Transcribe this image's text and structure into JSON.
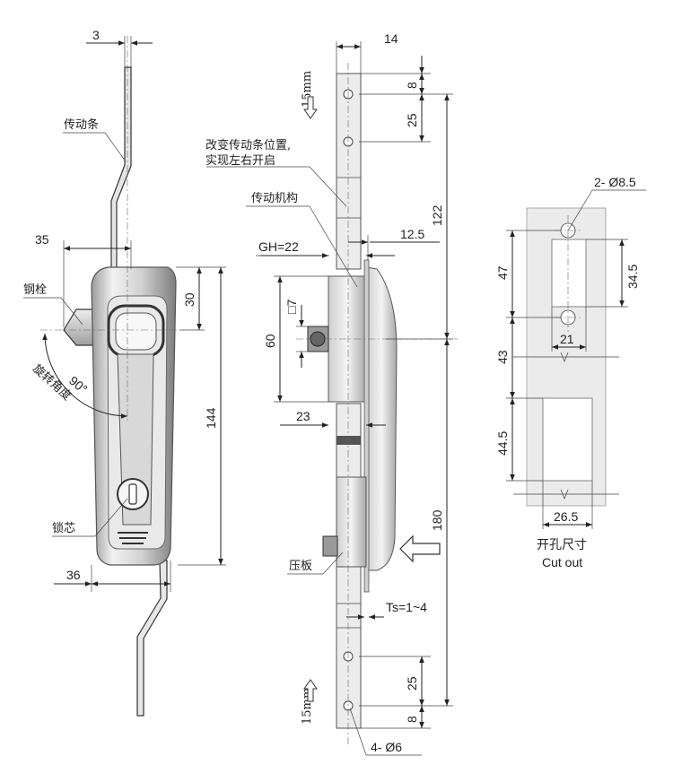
{
  "left_view": {
    "labels": {
      "drive_bar": "传动条",
      "steel_bolt": "钢栓",
      "rotation_angle": "旋转角度",
      "lock_core": "锁芯"
    },
    "dims": {
      "bar_thickness": "3",
      "bolt_reach": "35",
      "top_offset": "30",
      "angle": "90°",
      "height": "144",
      "width": "36"
    }
  },
  "middle_view": {
    "labels": {
      "change_position_line1": "改变传动条位置,",
      "change_position_line2": "实现左右开启",
      "drive_mechanism": "传动机构",
      "gh": "GH=22",
      "pressure_plate": "压板",
      "ts": "Ts=1~4",
      "holes": "4- Ø6",
      "travel_top": "15mm",
      "travel_bottom": "15mm"
    },
    "dims": {
      "bar_width": "14",
      "hole_edge_top": "8",
      "hole_pitch_top": "25",
      "upper_length": "122",
      "offset": "12.5",
      "square": "□7",
      "body_height": "60",
      "depth": "23",
      "lower_length": "180",
      "hole_pitch_bottom": "25",
      "hole_edge_bottom": "8"
    }
  },
  "cutout_view": {
    "labels": {
      "title_cn": "开孔尺寸",
      "title_en": "Cut out",
      "holes": "2- Ø8.5"
    },
    "dims": {
      "upper_span": "47",
      "window_height": "34.5",
      "window_width": "21",
      "middle_span": "43",
      "lower_height": "44.5",
      "lower_width": "26.5"
    }
  }
}
